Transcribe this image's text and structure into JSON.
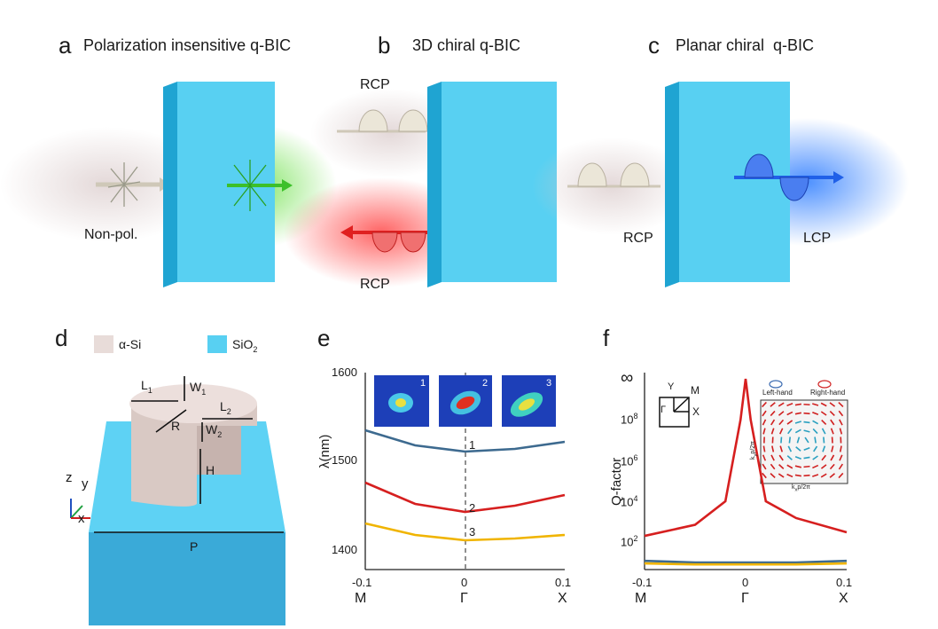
{
  "panels": {
    "a": {
      "letter": "a",
      "title": "Polarization insensitive q-BIC",
      "in_label": "Non-pol."
    },
    "b": {
      "letter": "b",
      "title": "3D chiral q-BIC",
      "top_label": "RCP",
      "bottom_label": "RCP"
    },
    "c": {
      "letter": "c",
      "title": "Planar chiral  q-BIC",
      "in_label": "RCP",
      "out_label": "LCP"
    },
    "d": {
      "letter": "d",
      "legend_si": "α-Si",
      "legend_sio2": "SiO",
      "legend_sio2_sub": "2",
      "dims": {
        "L1": "L",
        "L1s": "1",
        "W1": "W",
        "W1s": "1",
        "L2": "L",
        "L2s": "2",
        "W2": "W",
        "W2s": "2",
        "R": "R",
        "H": "H",
        "P": "P"
      },
      "axes": {
        "z": "z",
        "y": "y",
        "x": "x"
      }
    },
    "e": {
      "letter": "e",
      "ylabel": "λ(nm)",
      "yticks": [
        "1600",
        "1500",
        "1400"
      ],
      "xticks": [
        "-0.1",
        "0",
        "0.1"
      ],
      "xpoints": [
        "M",
        "Γ",
        "X"
      ],
      "band_labels": [
        "1",
        "2",
        "3"
      ],
      "inset_labels": [
        "1",
        "2",
        "3"
      ]
    },
    "f": {
      "letter": "f",
      "ylabel": "Q-factor",
      "infinity": "∞",
      "yticks": [
        "10",
        "10",
        "10",
        "10"
      ],
      "yexp": [
        "8",
        "6",
        "4",
        "2"
      ],
      "xticks": [
        "-0.1",
        "0",
        "0.1"
      ],
      "xpoints": [
        "M",
        "Γ",
        "X"
      ],
      "bz": {
        "gamma": "Γ",
        "m": "M",
        "x": "X",
        "y": "Y"
      },
      "inset": {
        "left": "Left-hand",
        "right": "Right-hand",
        "ky": "k",
        "ky_sub": "y",
        "ky_tail": "p/2π",
        "kx": "k",
        "kx_sub": "x",
        "kx_tail": "p/2π"
      }
    }
  },
  "colors": {
    "band1": "#3d6a8f",
    "band2": "#d61f1f",
    "band3": "#f0b400",
    "glass": "#47c8ee",
    "si": "#e8dcd9"
  },
  "chart_data": [
    {
      "type": "line",
      "title": "",
      "xlabel": "",
      "ylabel": "λ(nm)",
      "x": [
        -0.1,
        -0.05,
        0,
        0.05,
        0.1
      ],
      "xlim": [
        -0.1,
        0.1
      ],
      "ylim": [
        1380,
        1600
      ],
      "series": [
        {
          "name": "1",
          "values": [
            1535,
            1518,
            1511,
            1514,
            1522
          ]
        },
        {
          "name": "2",
          "values": [
            1476,
            1452,
            1443,
            1450,
            1462
          ]
        },
        {
          "name": "3",
          "values": [
            1430,
            1417,
            1411,
            1413,
            1417
          ]
        }
      ]
    },
    {
      "type": "line",
      "title": "",
      "xlabel": "",
      "ylabel": "Q-factor",
      "yscale": "log",
      "x": [
        -0.1,
        -0.05,
        -0.02,
        -0.005,
        0,
        0.005,
        0.02,
        0.05,
        0.1
      ],
      "xlim": [
        -0.1,
        0.1
      ],
      "series": [
        {
          "name": "2",
          "values": [
            200,
            700,
            10000,
            100000000.0,
            10000000000.0,
            100000000.0,
            10000,
            1500,
            300
          ]
        },
        {
          "name": "1",
          "values": [
            12,
            10,
            10,
            10,
            10,
            10,
            10,
            10,
            12
          ]
        },
        {
          "name": "3",
          "values": [
            9,
            8,
            8,
            8,
            8,
            8,
            8,
            8,
            9
          ]
        }
      ]
    }
  ]
}
